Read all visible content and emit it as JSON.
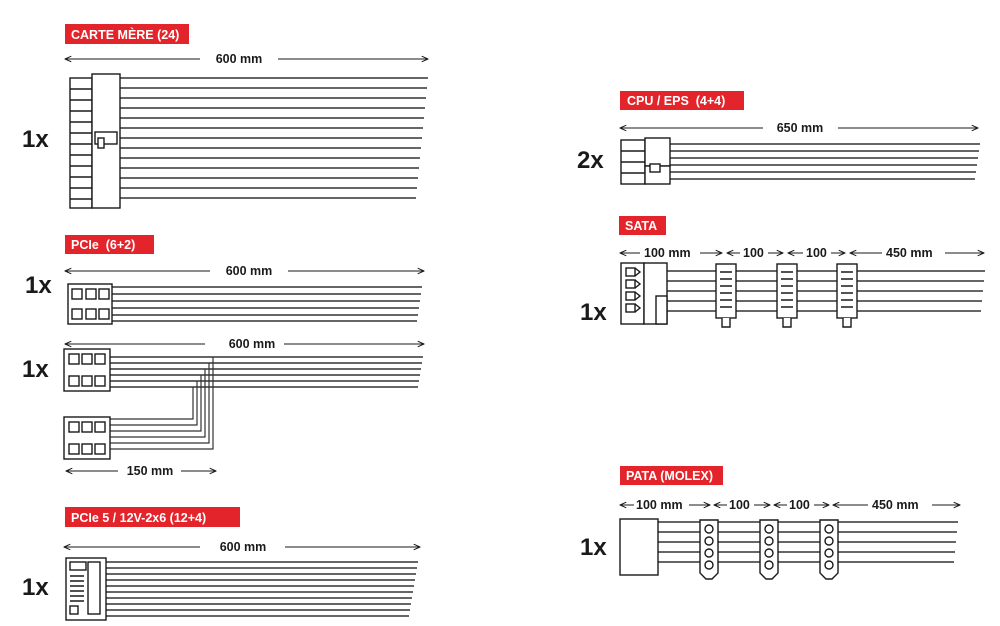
{
  "colors": {
    "badge": "#e3242b",
    "ink": "#1a1a1a",
    "wire": "#333333",
    "paper": "#ffffff"
  },
  "cables": {
    "motherboard": {
      "label": "CARTE MÈRE (24)",
      "qty": "1x",
      "length": "600 mm"
    },
    "pcie": {
      "label": "PCIe  (6+2)",
      "single": {
        "qty": "1x",
        "length": "600 mm"
      },
      "dual": {
        "qty": "1x",
        "length": "600 mm",
        "split_length": "150 mm"
      }
    },
    "pcie5": {
      "label": "PCIe 5 / 12V-2x6 (12+4)",
      "qty": "1x",
      "length": "600 mm"
    },
    "cpu": {
      "label": "CPU / EPS  (4+4)",
      "qty": "2x",
      "length": "650 mm"
    },
    "sata": {
      "label": "SATA",
      "qty": "1x",
      "seg1": "100 mm",
      "seg2": "100",
      "seg3": "100",
      "seg4": "450 mm"
    },
    "pata": {
      "label": "PATA (MOLEX)",
      "qty": "1x",
      "seg1": "100 mm",
      "seg2": "100",
      "seg3": "100",
      "seg4": "450 mm"
    }
  }
}
